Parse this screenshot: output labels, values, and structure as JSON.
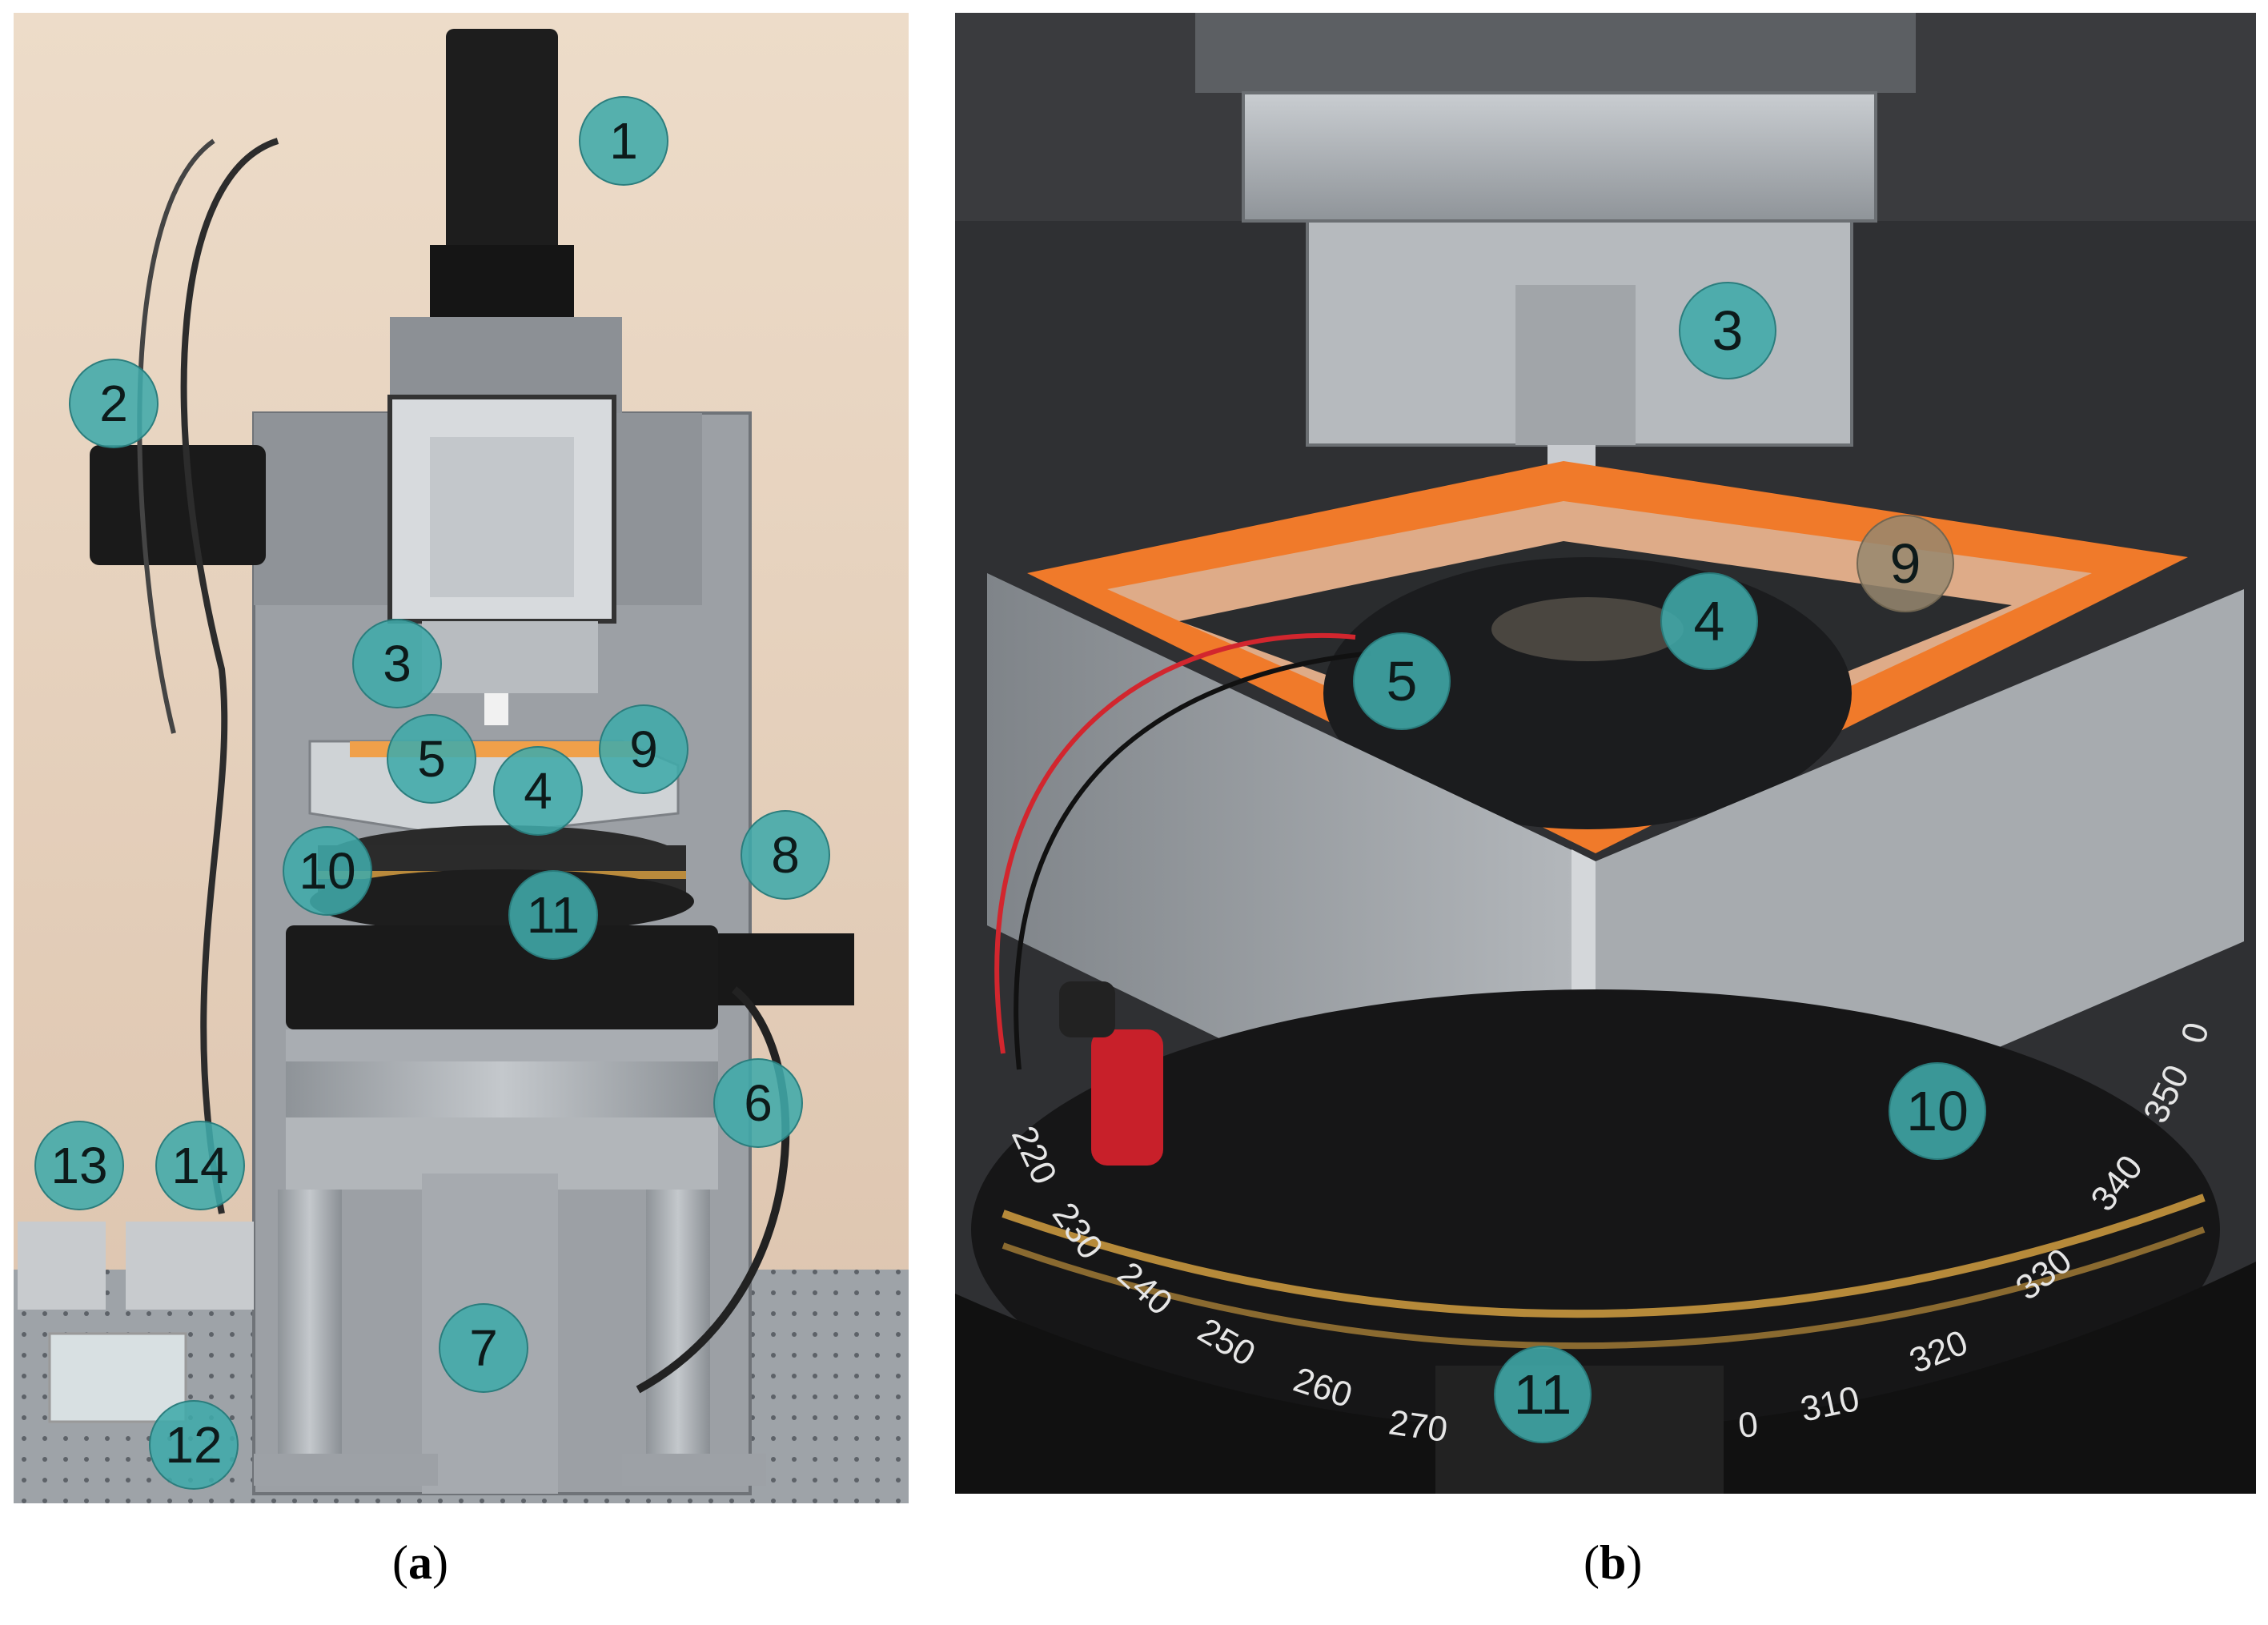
{
  "panels": {
    "a": {
      "caption_open": "(",
      "caption_letter": "a",
      "caption_close": ")",
      "markers": [
        "1",
        "2",
        "3",
        "4",
        "5",
        "6",
        "7",
        "8",
        "9",
        "10",
        "11",
        "12",
        "13",
        "14"
      ]
    },
    "b": {
      "caption_open": "(",
      "caption_letter": "b",
      "caption_close": ")",
      "markers": [
        "3",
        "4",
        "5",
        "9",
        "10",
        "11"
      ],
      "dial_labels": [
        "220",
        "230",
        "240",
        "250",
        "260",
        "270",
        "0",
        "310",
        "320",
        "330",
        "340",
        "350",
        "0"
      ]
    }
  },
  "colors": {
    "marker_fill": "#40aaaa",
    "wall": "#e6cfb8",
    "aluminum": "#a9adb2",
    "orange_frame": "#f07a2a",
    "dark_housing": "#1e1e1e"
  }
}
